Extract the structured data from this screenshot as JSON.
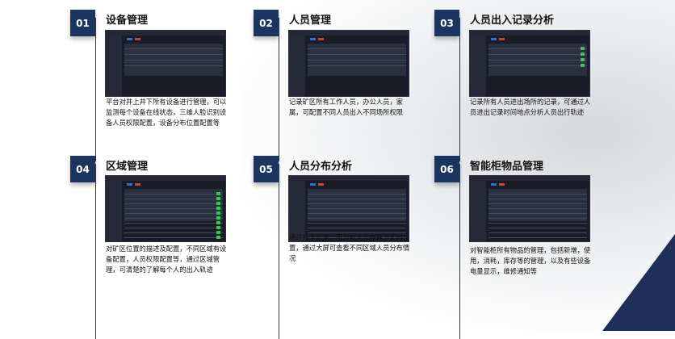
{
  "cards": [
    {
      "num": "01",
      "title": "设备管理",
      "desc": "平台对井上井下所有设备进行管理，可以监测每个设备在线状态，三维人脸识别设备人员权限配置，设备分布位置配置等"
    },
    {
      "num": "02",
      "title": "人员管理",
      "desc": "记录矿区所有工作人员，办公人员，家属，可配置不同人员出入不同场所权限"
    },
    {
      "num": "03",
      "title": "人员出入记录分析",
      "desc": "记录所有人员进出场所的记录，可通过人员进出记录时间地点分析人员出行轨迹"
    },
    {
      "num": "04",
      "title": "区域管理",
      "desc": "对矿区位置的描述及配置，不同区域有设备配置，人员权限配置等，通过区域管理，可清楚的了解每个人的出入轨迹"
    },
    {
      "num": "05",
      "title": "人员分布分析",
      "desc": "通过打卡记录，可分析人员在井下实时位置，通过大屏可查看不同区域人员分布情况"
    },
    {
      "num": "06",
      "title": "智能柜物品管理",
      "desc": "对智能柜所有物品的管理，包括新增，使用，消耗，库存等的管理，以及有些设备电量显示，维修通知等"
    }
  ],
  "colors": {
    "badge": "#1b3560",
    "accent": "#1e2f5c"
  }
}
